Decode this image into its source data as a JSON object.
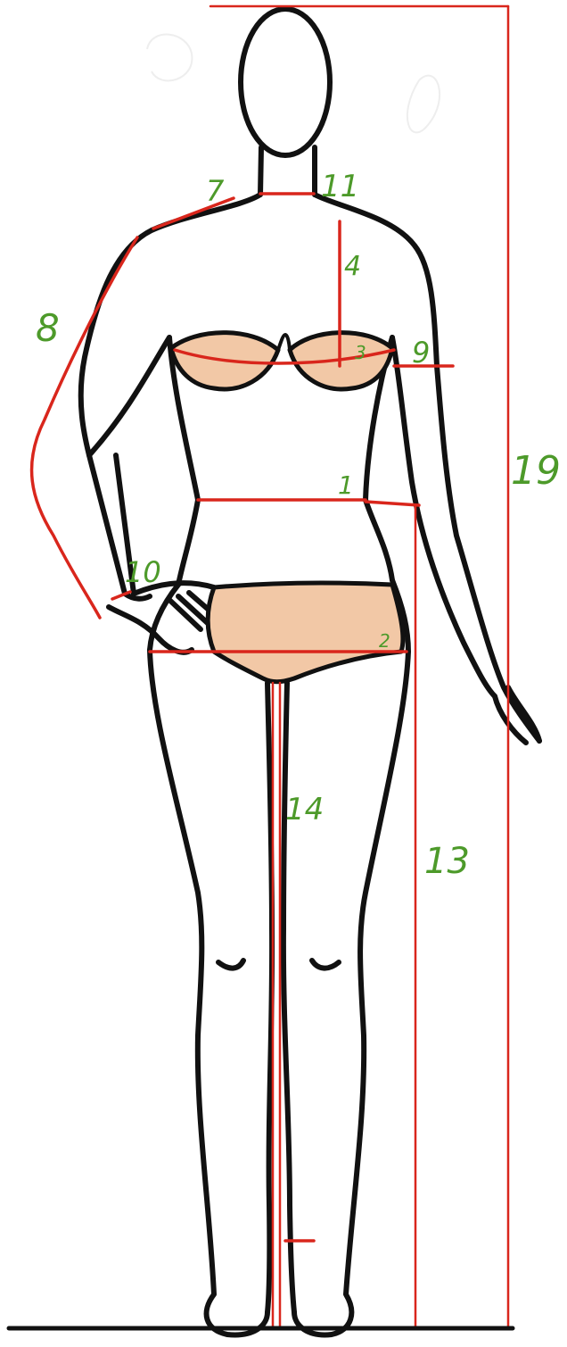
{
  "colors": {
    "outline": "#111111",
    "measure_line": "#d9261c",
    "label": "#4d9a2a",
    "swimwear": "#f2c8a6"
  },
  "labels": {
    "m1": "1",
    "m2": "2",
    "m3": "3",
    "m4": "4",
    "m7": "7",
    "m8": "8",
    "m9": "9",
    "m10": "10",
    "m11": "11",
    "m13": "13",
    "m14": "14",
    "m19": "19"
  }
}
